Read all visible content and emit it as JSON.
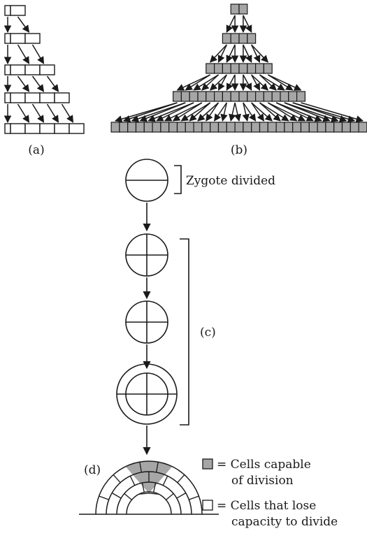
{
  "panels": {
    "a": {
      "label": "(a)"
    },
    "b": {
      "label": "(b)"
    },
    "c": {
      "label": "(c)"
    },
    "d": {
      "label": "(d)"
    }
  },
  "annotations": {
    "zygote": "Zygote divided"
  },
  "legend": {
    "capable_line1": "= Cells capable",
    "capable_line2": "of division",
    "lose_line1": "= Cells that lose",
    "lose_line2": "capacity to divide"
  },
  "colors": {
    "ink": "#1a1a1a",
    "dividing_fill": "#a6a6a6",
    "nondividing_fill": "#ffffff"
  }
}
